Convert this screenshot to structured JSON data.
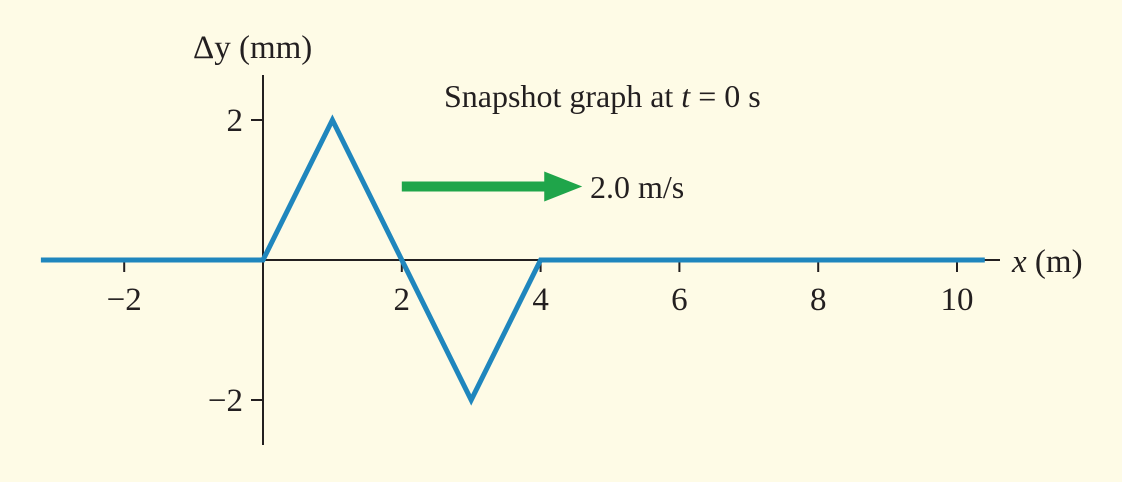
{
  "colors": {
    "background": "#fefbe6",
    "axis": "#231f20",
    "wave": "#1f86bd",
    "arrow": "#1fa54a"
  },
  "chart_data": {
    "type": "line",
    "title_prefix": "Snapshot graph at ",
    "title_var": "t",
    "title_suffix": " = 0 s",
    "ylabel_var": "Δy",
    "ylabel_unit": " (mm)",
    "xlabel_var": "x",
    "xlabel_unit": " (m)",
    "x_ticks": [
      -2,
      2,
      4,
      6,
      8,
      10
    ],
    "x_tick_labels": [
      "−2",
      "2",
      "4",
      "6",
      "8",
      "10"
    ],
    "y_ticks": [
      2,
      -2
    ],
    "y_tick_labels": [
      "2",
      "−2"
    ],
    "xlim": [
      -3.2,
      10.4
    ],
    "ylim": [
      -2.7,
      2.7
    ],
    "series": [
      {
        "x": [
          -3.2,
          0,
          1,
          2,
          3,
          4,
          10.4
        ],
        "y": [
          0,
          0,
          2,
          0,
          -2,
          0,
          0
        ]
      }
    ],
    "annotation": {
      "label": "2.0 m/s",
      "direction": "right",
      "arrow_from_x": 2.0,
      "arrow_to_x": 4.6,
      "arrow_y": 1.05
    },
    "grid": false
  }
}
